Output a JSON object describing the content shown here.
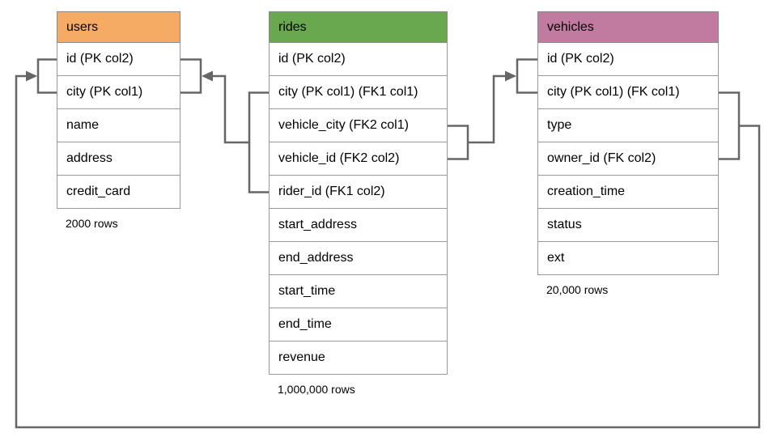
{
  "diagram": {
    "line_color": "#666666",
    "border_color": "#999999",
    "tables": [
      {
        "name": "users",
        "header_color": "#F5AB64",
        "rows": [
          "id (PK col2)",
          "city (PK col1)",
          "name",
          "address",
          "credit_card"
        ],
        "row_count_label": "2000 rows"
      },
      {
        "name": "rides",
        "header_color": "#6AA84F",
        "rows": [
          "id (PK col2)",
          "city (PK col1) (FK1 col1)",
          "vehicle_city (FK2 col1)",
          "vehicle_id (FK2 col2)",
          "rider_id (FK1 col2)",
          "start_address",
          "end_address",
          "start_time",
          "end_time",
          "revenue"
        ],
        "row_count_label": "1,000,000 rows"
      },
      {
        "name": "vehicles",
        "header_color": "#C27BA0",
        "rows": [
          "id (PK col2)",
          "city (PK col1) (FK col1)",
          "type",
          "owner_id (FK col2)",
          "creation_time",
          "status",
          "ext"
        ],
        "row_count_label": "20,000 rows"
      }
    ],
    "relationships": [
      {
        "name": "rides-to-users",
        "from": "rides (city, rider_id) FK1",
        "to": "users (city, id) PK"
      },
      {
        "name": "rides-to-vehicles",
        "from": "rides (vehicle_city, vehicle_id) FK2",
        "to": "vehicles (city, id) PK"
      },
      {
        "name": "vehicles-to-users",
        "from": "vehicles (city, owner_id) FK",
        "to": "users (city, id) PK"
      }
    ]
  }
}
